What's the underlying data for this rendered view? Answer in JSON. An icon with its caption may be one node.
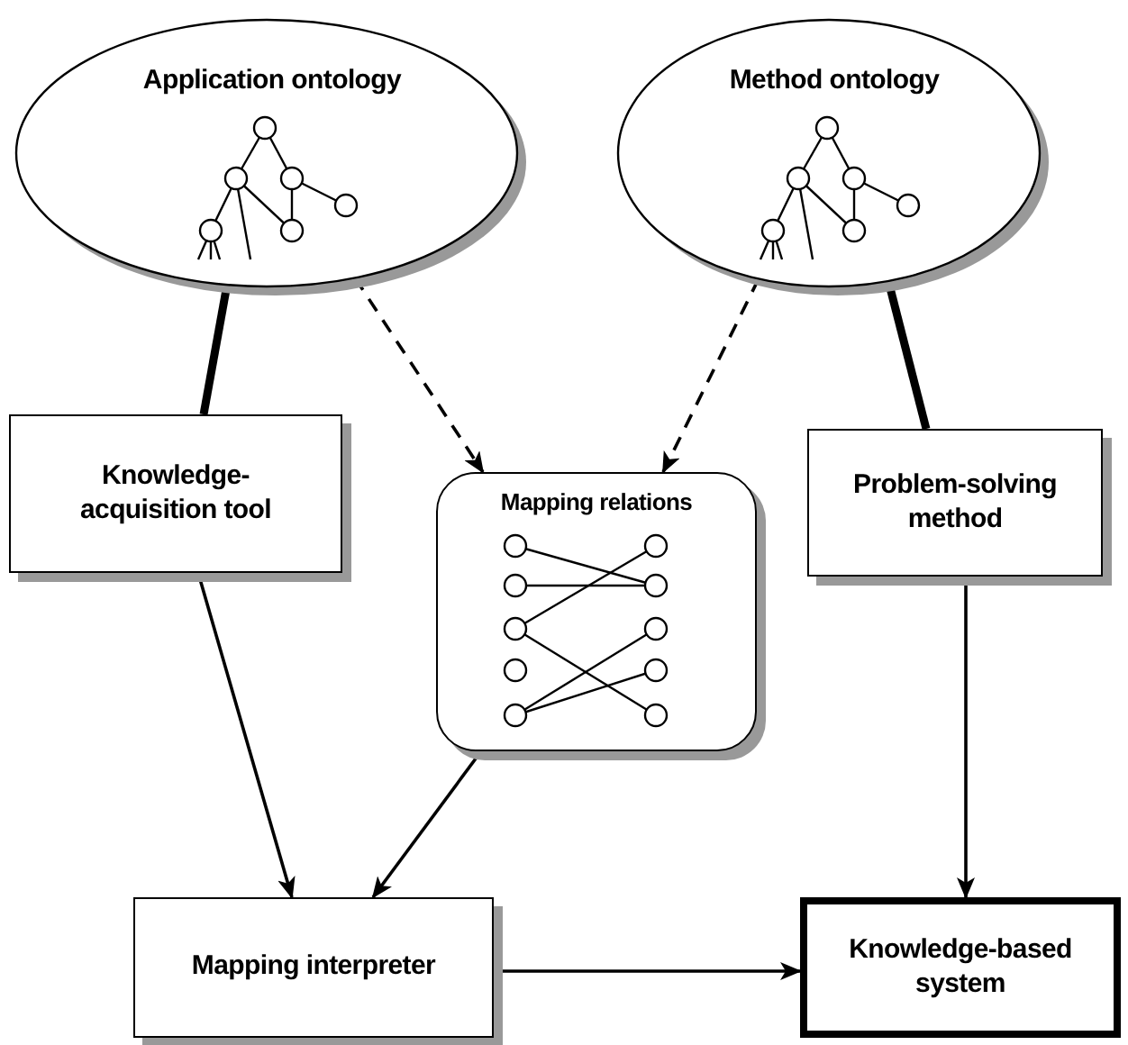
{
  "diagram": {
    "nodes": [
      {
        "text": [
          "Application ontology"
        ]
      },
      {
        "text": [
          "Method ontology"
        ]
      },
      {
        "text": [
          "Knowledge-acquisition tool"
        ]
      },
      {
        "text": [
          "Mapping relations"
        ]
      },
      {
        "text": [
          "Problem-solving method"
        ]
      },
      {
        "text": [
          "Mapping interpreter"
        ]
      },
      {
        "text": [
          "Knowledge-based system"
        ]
      }
    ],
    "edges": [
      {
        "from": 0,
        "to": 2,
        "arrow": "none",
        "style": "thick"
      },
      {
        "from": 0,
        "to": 3,
        "arrow": "to",
        "style": "dashed"
      },
      {
        "from": 1,
        "to": 3,
        "arrow": "to",
        "style": "dashed"
      },
      {
        "from": 1,
        "to": 4,
        "arrow": "none",
        "style": "thick"
      },
      {
        "from": 2,
        "to": 5,
        "arrow": "to"
      },
      {
        "from": 3,
        "to": 5,
        "arrow": "to"
      },
      {
        "from": 4,
        "to": 6,
        "arrow": "to"
      },
      {
        "from": 5,
        "to": 6,
        "arrow": "to"
      }
    ]
  }
}
